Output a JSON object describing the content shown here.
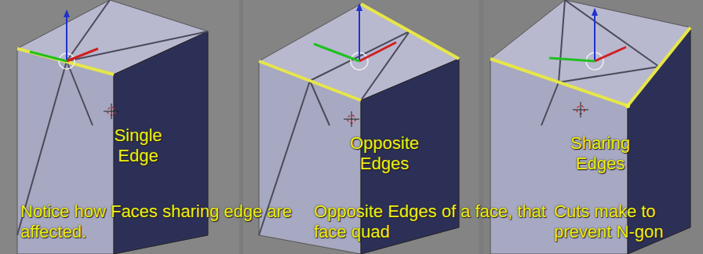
{
  "diagram": {
    "labels": [
      "Single Edge",
      "Opposite Edges",
      "Sharing Edges",
      "Notice how Faces sharing edge are affected.",
      "Opposite Edges of a face, that face quad",
      "Cuts make to prevent N-gon"
    ]
  }
}
